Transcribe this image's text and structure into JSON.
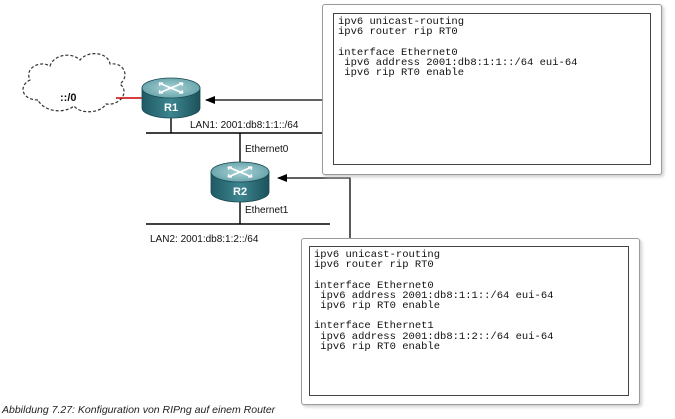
{
  "network": {
    "cloud_label": "::/0",
    "r1_label": "R1",
    "r2_label": "R2",
    "lan1_label": "LAN1: 2001:db8:1:1::/64",
    "r1_r2_interface": "Ethernet0",
    "r2_lan2_interface": "Ethernet1",
    "lan2_label": "LAN2: 2001:db8:1:2::/64"
  },
  "config_r1": {
    "lines": [
      "ipv6 unicast-routing",
      "ipv6 router rip RT0",
      "",
      "interface Ethernet0",
      " ipv6 address 2001:db8:1:1::/64 eui-64",
      " ipv6 rip RT0 enable"
    ]
  },
  "config_r2": {
    "lines": [
      "ipv6 unicast-routing",
      "ipv6 router rip RT0",
      "",
      "interface Ethernet0",
      " ipv6 address 2001:db8:1:1::/64 eui-64",
      " ipv6 rip RT0 enable",
      "",
      "interface Ethernet1",
      " ipv6 address 2001:db8:1:2::/64 eui-64",
      " ipv6 rip RT0 enable"
    ]
  },
  "caption": "Abbildung 7.27: Konfiguration von RIPng auf einem Router",
  "colors": {
    "router_body": "#2e6f78",
    "router_top": "#7fb3b8",
    "cloud_link": "#cc0000",
    "line": "#000000"
  }
}
